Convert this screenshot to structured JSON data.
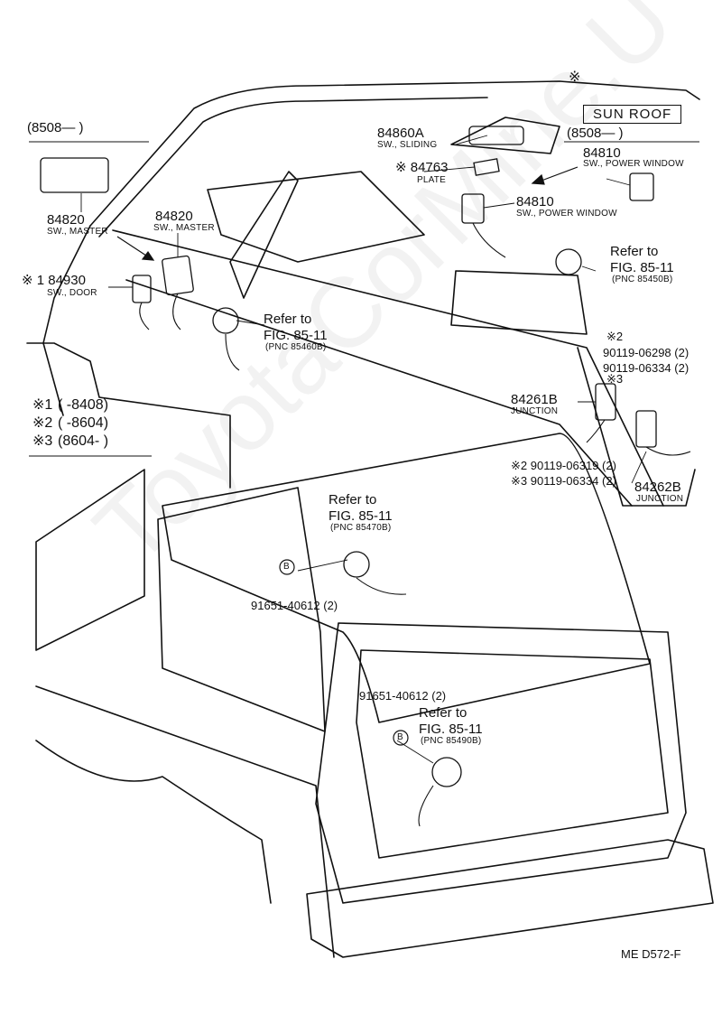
{
  "diagram_code": "ME  D572-F",
  "watermark": "ToyotaCorMine.U",
  "sunroof": {
    "mark": "※",
    "label": "SUN ROOF",
    "range": "(8508—   )"
  },
  "range_top_left": "(8508—        )",
  "parts": [
    {
      "id": "p84860A",
      "number": "84860A",
      "name": "SW., SLIDING"
    },
    {
      "id": "p84763",
      "number": "※ 84763",
      "name": "PLATE"
    },
    {
      "id": "p84810a",
      "number": "84810",
      "name": "SW., POWER WINDOW"
    },
    {
      "id": "p84810b",
      "number": "84810",
      "name": "SW., POWER WINDOW"
    },
    {
      "id": "p84820a",
      "number": "84820",
      "name": "SW., MASTER"
    },
    {
      "id": "p84820b",
      "number": "84820",
      "name": "SW., MASTER"
    },
    {
      "id": "p84930",
      "number": "※ 1 84930",
      "name": "SW., DOOR"
    },
    {
      "id": "p84261B",
      "number": "84261B",
      "name": "JUNCTION"
    },
    {
      "id": "p84262B",
      "number": "84262B",
      "name": "JUNCTION"
    }
  ],
  "references": [
    {
      "id": "r1",
      "refer": "Refer to",
      "fig": "FIG. 85-11",
      "pnc": "(PNC 85450B)"
    },
    {
      "id": "r2",
      "refer": "Refer to",
      "fig": "FIG. 85-11",
      "pnc": "(PNC 85460B)"
    },
    {
      "id": "r3",
      "refer": "Refer to",
      "fig": "FIG. 85-11",
      "pnc": "(PNC 85470B)"
    },
    {
      "id": "r4",
      "refer": "Refer to",
      "fig": "FIG. 85-11",
      "pnc": "(PNC 85490B)"
    }
  ],
  "fasteners": {
    "f1_mark": "※2",
    "f1": "90119-06298 (2)",
    "f2": "90119-06334 (2)",
    "f2_mark": "※3",
    "f3": "※2 90119-06319 (2)",
    "f4": "※3 90119-06334 (2)",
    "bolt_a": "91651-40612 (2)",
    "bolt_b": "91651-40612 (2)",
    "b_marker": "B"
  },
  "notes": [
    {
      "mark": "※1",
      "range": "(        -8408)"
    },
    {
      "mark": "※2",
      "range": "(        -8604)"
    },
    {
      "mark": "※3",
      "range": "(8604-        )"
    }
  ]
}
